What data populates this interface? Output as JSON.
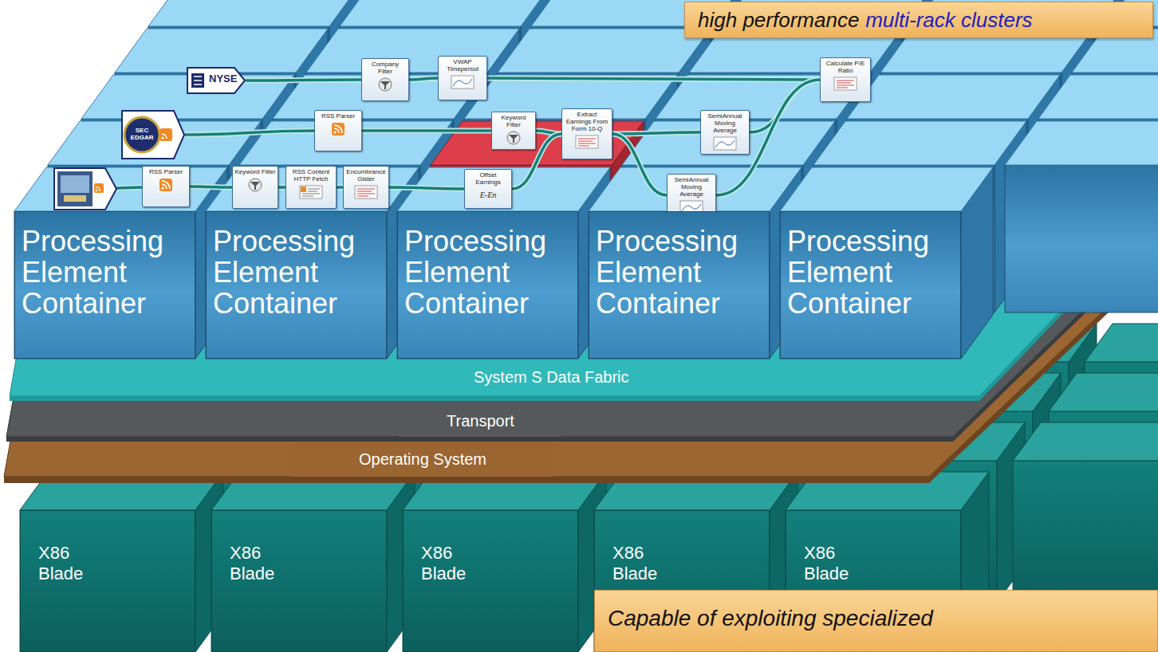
{
  "diagram": {
    "nodes": [
      {
        "text": [
          "high performance",
          "multi-rack clusters"
        ]
      },
      {
        "text": [
          "NYSE"
        ]
      },
      {
        "text": [
          "Company Filter"
        ]
      },
      {
        "text": [
          "VWAP Timeperiod"
        ]
      },
      {
        "text": [
          "Calculate P/E Ratio"
        ]
      },
      {
        "text": [
          "SEC EDGAR"
        ]
      },
      {
        "text": [
          "RSS Parser"
        ]
      },
      {
        "text": [
          "Keyword Filter"
        ]
      },
      {
        "text": [
          "Extract Earnings From Form 10-Q"
        ]
      },
      {
        "text": [
          "SemiAnnual Moving Average"
        ]
      },
      {
        "text": [
          "RSS Parser"
        ]
      },
      {
        "text": [
          "Keyword Filter"
        ]
      },
      {
        "text": [
          "RSS Content HTTP Fetch"
        ]
      },
      {
        "text": [
          "Encumbrance Gister"
        ]
      },
      {
        "text": [
          "Offset Earnings",
          "E-En"
        ]
      },
      {
        "text": [
          "SemiAnnual Moving Average"
        ]
      },
      {
        "text": [
          "Processing Element Container"
        ]
      },
      {
        "text": [
          "Processing Element Container"
        ]
      },
      {
        "text": [
          "Processing Element Container"
        ]
      },
      {
        "text": [
          "Processing Element Container"
        ]
      },
      {
        "text": [
          "Processing Element Container"
        ]
      },
      {
        "text": [
          "System S Data Fabric"
        ]
      },
      {
        "text": [
          "Transport"
        ]
      },
      {
        "text": [
          "Operating System"
        ]
      },
      {
        "text": [
          "X86 Blade"
        ]
      },
      {
        "text": [
          "X86 Blade"
        ]
      },
      {
        "text": [
          "X86 Blade"
        ]
      },
      {
        "text": [
          "X86 Blade"
        ]
      },
      {
        "text": [
          "X86 Blade"
        ]
      },
      {
        "text": [
          "Capable of exploiting specialized"
        ]
      }
    ],
    "edges": [
      {
        "from": 1,
        "to": 2,
        "arrow": "none"
      },
      {
        "from": 2,
        "to": 3,
        "arrow": "none"
      },
      {
        "from": 3,
        "to": 4,
        "arrow": "none"
      },
      {
        "from": 5,
        "to": 6,
        "arrow": "none"
      },
      {
        "from": 6,
        "to": 7,
        "arrow": "none"
      },
      {
        "from": 7,
        "to": 8,
        "arrow": "none"
      },
      {
        "from": 8,
        "to": 9,
        "arrow": "none"
      },
      {
        "from": 9,
        "to": 4,
        "arrow": "none"
      },
      {
        "from": 10,
        "to": 11,
        "arrow": "none"
      },
      {
        "from": 11,
        "to": 12,
        "arrow": "none"
      },
      {
        "from": 12,
        "to": 13,
        "arrow": "none"
      },
      {
        "from": 13,
        "to": 14,
        "arrow": "none"
      },
      {
        "from": 14,
        "to": 8,
        "arrow": "none"
      },
      {
        "from": 8,
        "to": 15,
        "arrow": "none"
      },
      {
        "from": 15,
        "to": 4,
        "arrow": "none"
      }
    ]
  }
}
